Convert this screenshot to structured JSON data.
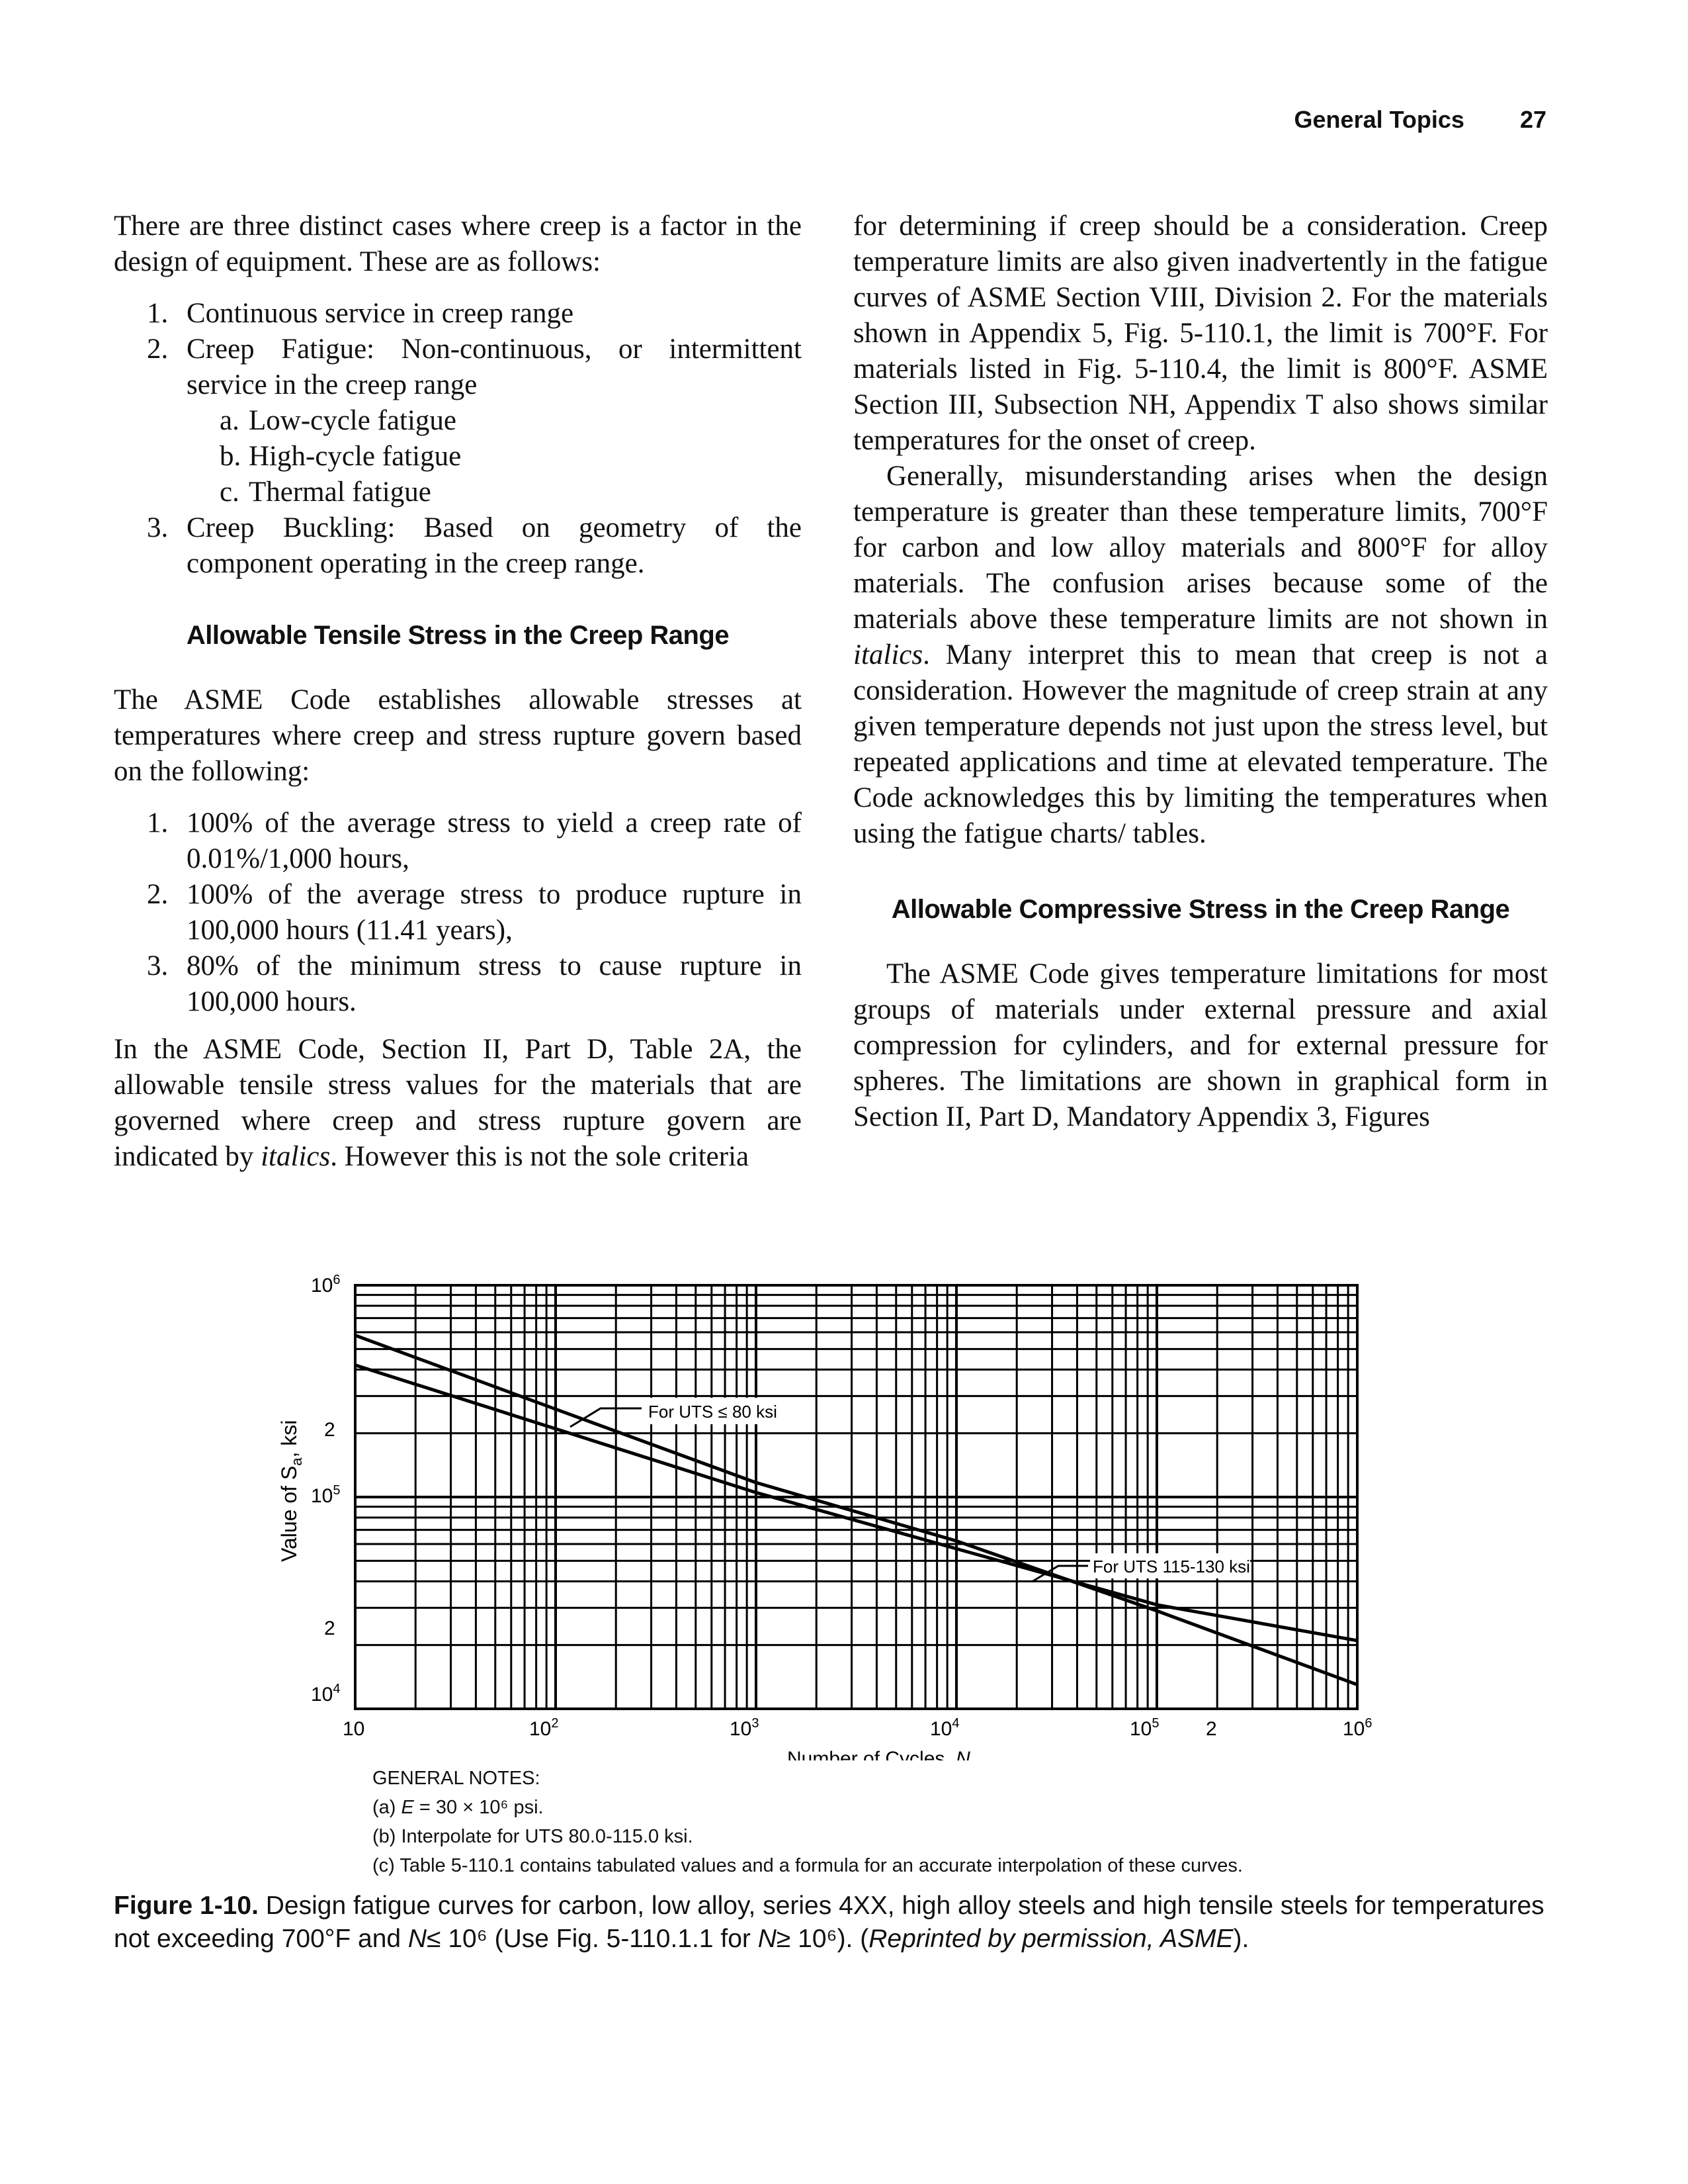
{
  "header": {
    "section": "General Topics",
    "page_number": "27"
  },
  "left": {
    "intro": "There are three distinct cases where creep is a factor in the design of equipment. These are as follows:",
    "cases": [
      {
        "n": "1.",
        "text": "Continuous service in creep range"
      },
      {
        "n": "2.",
        "text": "Creep Fatigue: Non-continuous, or intermittent service in the creep range",
        "sub": [
          {
            "n": "a.",
            "text": "Low-cycle fatigue"
          },
          {
            "n": "b.",
            "text": "High-cycle fatigue"
          },
          {
            "n": "c.",
            "text": "Thermal fatigue"
          }
        ]
      },
      {
        "n": "3.",
        "text": "Creep Buckling: Based on geometry of the component operating in the creep range."
      }
    ],
    "heading": "Allowable Tensile Stress in the Creep Range",
    "para1": "The ASME Code establishes allowable stresses at temperatures where creep and stress rupture govern based on the following:",
    "bases": [
      {
        "n": "1.",
        "text": "100% of the average stress to yield a creep rate of 0.01%/1,000 hours,"
      },
      {
        "n": "2.",
        "text": "100% of the average stress to produce rupture in 100,000 hours (11.41 years),"
      },
      {
        "n": "3.",
        "text": "80% of the minimum stress to cause rupture in 100,000 hours."
      }
    ],
    "para2_a": "In the ASME Code, Section II, Part D, Table 2A, the allowable tensile stress values for the materials that are governed where creep and stress rupture govern are indicated by ",
    "para2_em": "italics",
    "para2_b": ". However this is not the sole criteria"
  },
  "right": {
    "para1": "for determining if creep should be a consideration. Creep temperature limits are also given inadvertently in the fatigue curves of ASME Section VIII, Division 2. For the materials shown in Appendix 5, Fig. 5-110.1, the limit is 700°F. For materials listed in Fig. 5-110.4, the limit is 800°F. ASME Section III, Subsection NH, Appendix T also shows similar temperatures for the onset of creep.",
    "para2_a": "Generally, misunderstanding arises when the design temperature is greater than these temperature limits, 700°F for carbon and low alloy materials and 800°F for alloy materials. The confusion arises because some of the materials above these temperature limits are not shown in ",
    "para2_em": "italics",
    "para2_b": ". Many interpret this to mean that creep is not a consideration. However the magnitude of creep strain at any given temperature depends not just upon the stress level, but repeated applications and time at elevated temperature. The Code acknowledges this by limiting the temperatures when using the fatigue charts/ tables.",
    "heading": "Allowable Compressive Stress in the Creep Range",
    "para3": "The ASME Code gives temperature limitations for most groups of materials under external pressure and axial compression for cylinders, and for external pressure for spheres. The limitations are shown in graphical form in Section II, Part D, Mandatory Appendix 3, Figures"
  },
  "figure": {
    "ylabel": "Value of Sa, ksi",
    "xlabel": "Number of Cycles, N",
    "y_ticks": [
      "10^6",
      "2",
      "10^5",
      "2",
      "10^4"
    ],
    "x_ticks": [
      "10",
      "10^2",
      "10^3",
      "10^4",
      "10^5",
      "2",
      "10^6"
    ],
    "label_low": "For UTS ≤ 80 ksi",
    "label_high": "For UTS 115-130 ksi"
  },
  "chart_data": {
    "type": "line",
    "xscale": "log",
    "yscale": "log",
    "xlim": [
      10,
      1000000
    ],
    "ylim": [
      10000,
      1000000
    ],
    "xlabel": "Number of Cycles, N",
    "ylabel": "Value of Sa, ksi",
    "series": [
      {
        "name": "For UTS ≤ 80 ksi",
        "x": [
          10,
          100,
          1000,
          10000,
          100000,
          1000000
        ],
        "y": [
          580000,
          260000,
          117000,
          62000,
          29000,
          13000
        ]
      },
      {
        "name": "For UTS 115-130 ksi",
        "x": [
          10,
          100,
          1000,
          10000,
          100000,
          1000000
        ],
        "y": [
          420000,
          210000,
          105000,
          57000,
          31000,
          21000
        ]
      }
    ]
  },
  "notes": {
    "title": "GENERAL NOTES:",
    "a_pre": "(a) ",
    "a_var": "E",
    "a_post": " = 30 × 10⁶ psi.",
    "b": "(b) Interpolate for UTS 80.0-115.0 ksi.",
    "c": "(c) Table 5-110.1 contains tabulated values and a formula for an accurate interpolation of these curves."
  },
  "caption": {
    "label": "Figure 1-10.",
    "text_a": " Design fatigue curves for carbon, low alloy, series 4XX, high alloy steels and high tensile steels for temperatures not exceeding 700°F and ",
    "n1": "N",
    "text_b": "≤ 10⁶ (Use Fig. 5-110.1.1 for ",
    "n2": "N",
    "text_c": "≥ 10⁶). (",
    "credit": "Reprinted by permission, ASME",
    "text_d": ")."
  }
}
